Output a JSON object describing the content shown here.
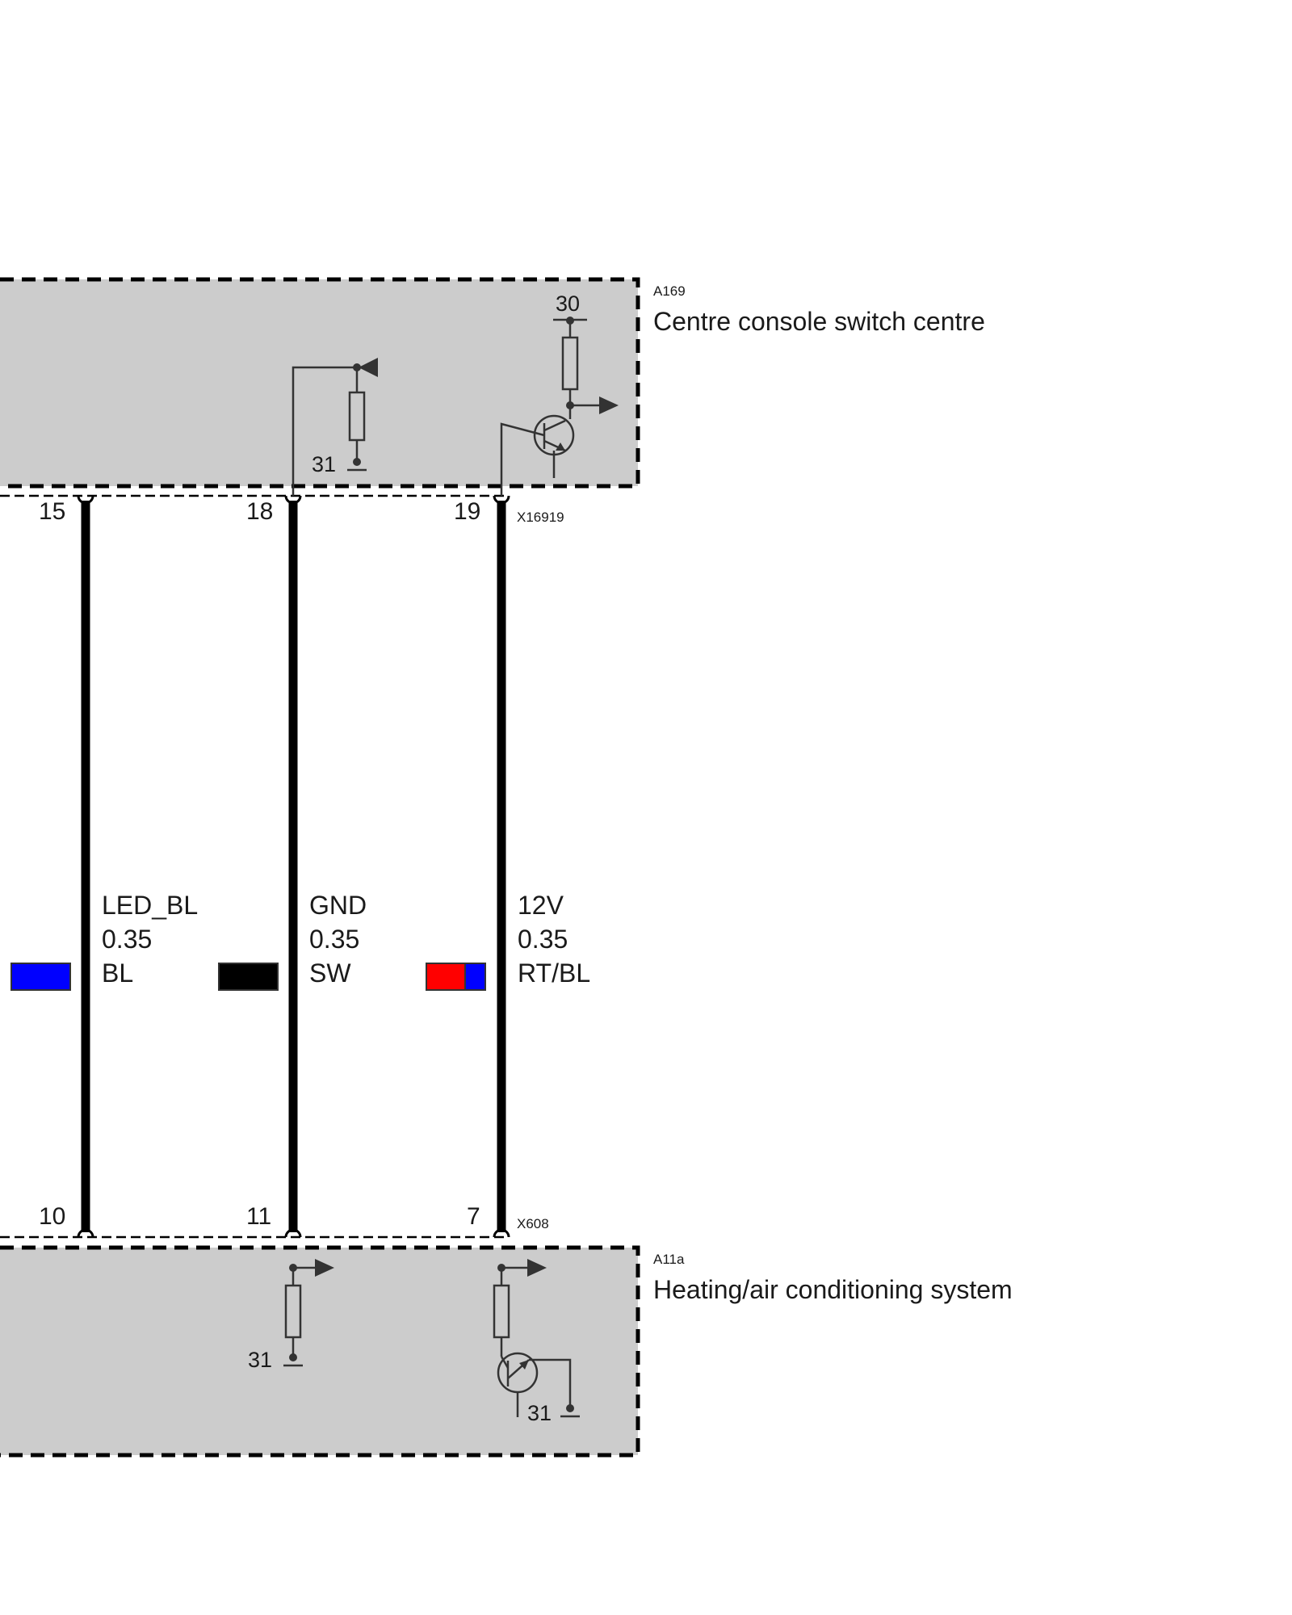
{
  "upper_module": {
    "code": "A169",
    "name": "Centre console switch centre",
    "connector": "X16919",
    "pins": [
      "15",
      "18",
      "19"
    ],
    "terminal_ground": "31",
    "terminal_supply": "30"
  },
  "lower_module": {
    "code": "A11a",
    "name": "Heating/air conditioning system",
    "connector": "X608",
    "pins": [
      "10",
      "11",
      "7"
    ],
    "terminal_ground_1": "31",
    "terminal_ground_2": "31"
  },
  "wires": [
    {
      "signal": "LED_BL",
      "cross_section": "0.35",
      "color_code": "BL",
      "colors": [
        "#0000ff"
      ]
    },
    {
      "signal": "GND",
      "cross_section": "0.35",
      "color_code": "SW",
      "colors": [
        "#000000"
      ]
    },
    {
      "signal": "12V",
      "cross_section": "0.35",
      "color_code": "RT/BL",
      "colors": [
        "#ff0000",
        "#0000ff"
      ]
    }
  ],
  "colors": {
    "module_fill": "#cccccc",
    "wire": "#000000",
    "symbol": "#333333"
  }
}
